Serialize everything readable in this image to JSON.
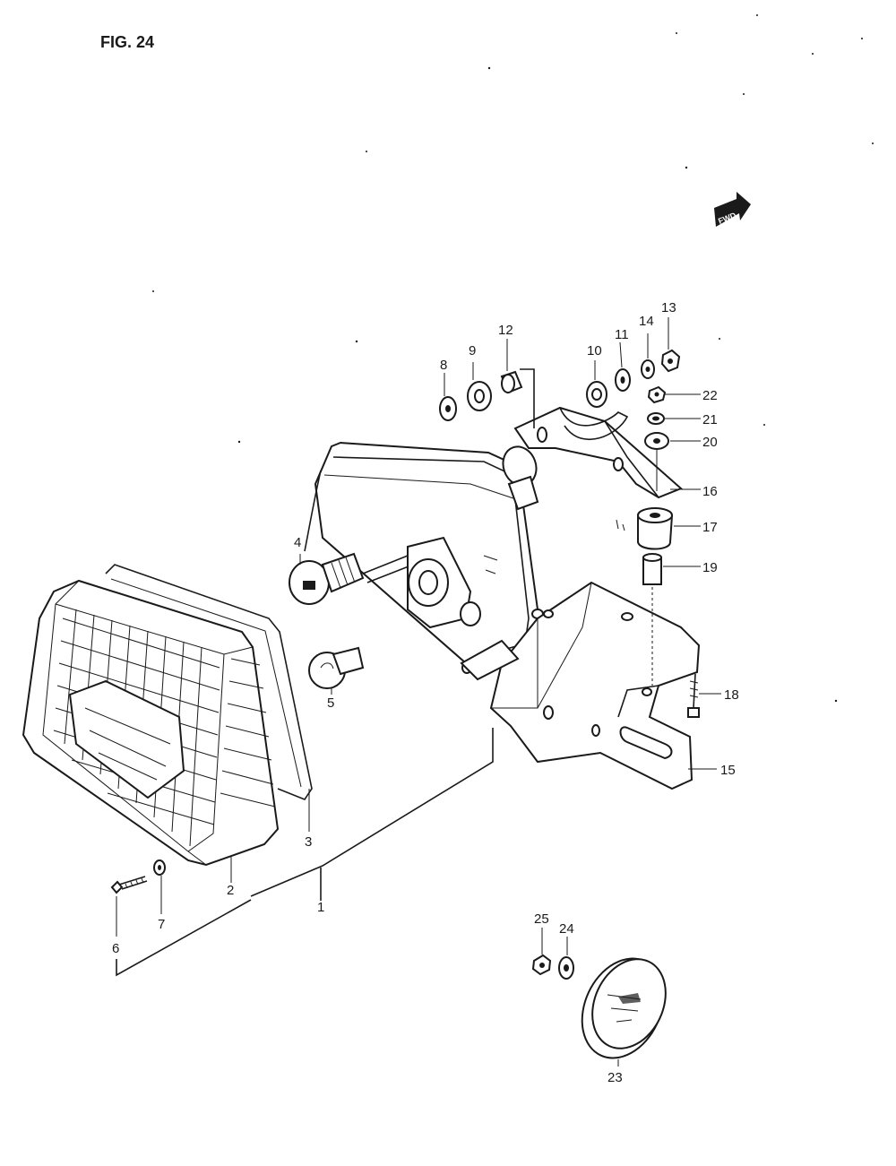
{
  "figure": {
    "title": "FIG. 24",
    "fwd_mark": "FWD"
  },
  "callouts": {
    "p1": "1",
    "p2": "2",
    "p3": "3",
    "p4": "4",
    "p5": "5",
    "p6": "6",
    "p7": "7",
    "p8": "8",
    "p9": "9",
    "p10": "10",
    "p11": "11",
    "p12": "12",
    "p13": "13",
    "p14": "14",
    "p15": "15",
    "p16": "16",
    "p17": "17",
    "p18": "18",
    "p19": "19",
    "p20": "20",
    "p21": "21",
    "p22": "22",
    "p23": "23",
    "p24": "24",
    "p25": "25"
  },
  "parts": [
    {
      "id": "p1",
      "name": "rear-combination-lamp-assembly"
    },
    {
      "id": "p2",
      "name": "lens"
    },
    {
      "id": "p3",
      "name": "gasket"
    },
    {
      "id": "p4",
      "name": "bulb"
    },
    {
      "id": "p5",
      "name": "bulb"
    },
    {
      "id": "p6",
      "name": "screw"
    },
    {
      "id": "p7",
      "name": "washer"
    },
    {
      "id": "p8",
      "name": "washer"
    },
    {
      "id": "p9",
      "name": "cushion"
    },
    {
      "id": "p10",
      "name": "cushion"
    },
    {
      "id": "p11",
      "name": "washer"
    },
    {
      "id": "p12",
      "name": "spacer"
    },
    {
      "id": "p13",
      "name": "nut"
    },
    {
      "id": "p14",
      "name": "washer"
    },
    {
      "id": "p15",
      "name": "bracket"
    },
    {
      "id": "p16",
      "name": "bracket"
    },
    {
      "id": "p17",
      "name": "cushion"
    },
    {
      "id": "p18",
      "name": "bolt"
    },
    {
      "id": "p19",
      "name": "spacer"
    },
    {
      "id": "p20",
      "name": "washer"
    },
    {
      "id": "p21",
      "name": "washer"
    },
    {
      "id": "p22",
      "name": "nut"
    },
    {
      "id": "p23",
      "name": "reflector"
    },
    {
      "id": "p24",
      "name": "washer"
    },
    {
      "id": "p25",
      "name": "nut"
    }
  ]
}
